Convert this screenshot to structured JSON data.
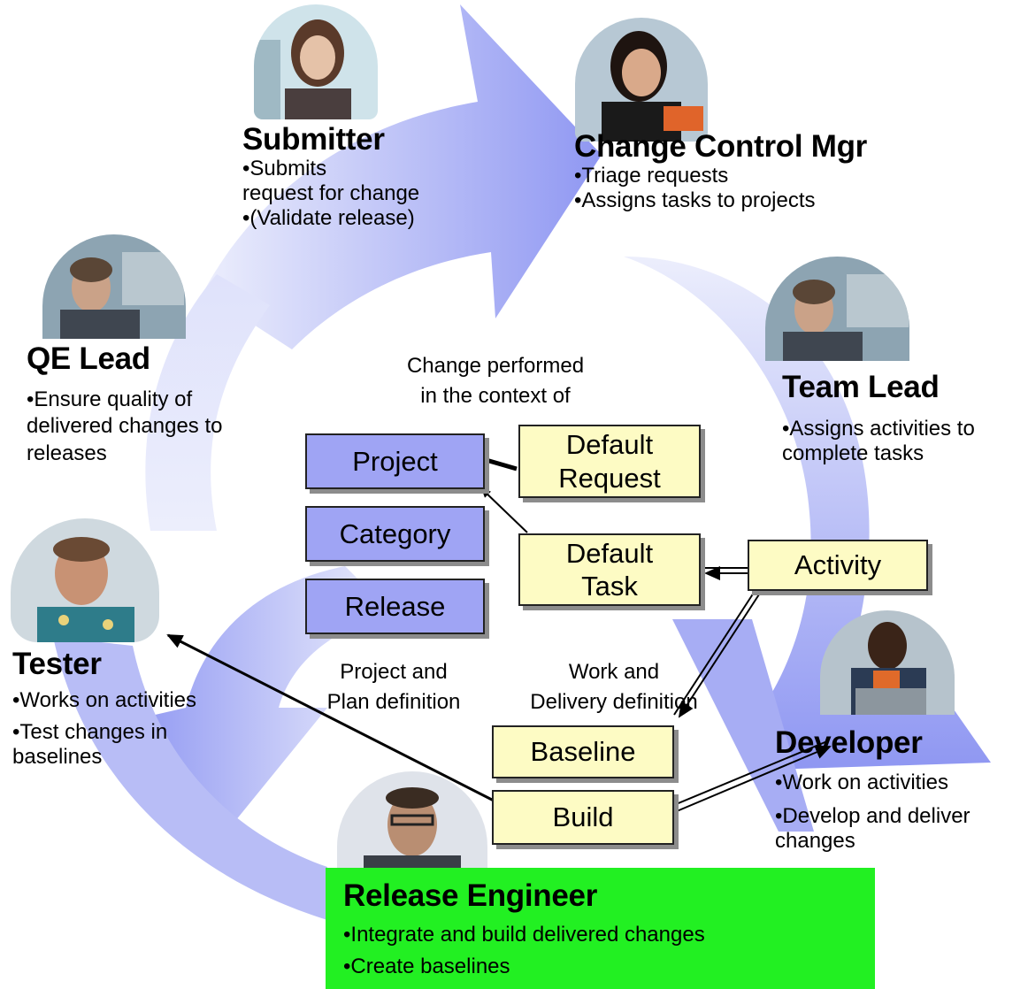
{
  "colors": {
    "arrow_dark": "#8f97f2",
    "arrow_light": "#e6e8fb",
    "box_blue": "#9fa4f4",
    "box_yellow": "#fdfbc4",
    "release_panel": "#22f022"
  },
  "roles": {
    "submitter": {
      "name": "Submitter",
      "bullets": [
        "•Submits",
        "request for change",
        "•(Validate release)"
      ]
    },
    "change_control_mgr": {
      "name": "Change Control Mgr",
      "bullets": [
        "•Triage requests",
        "•Assigns tasks to projects"
      ]
    },
    "team_lead": {
      "name": "Team Lead",
      "bullets": [
        "•Assigns activities to",
        "complete tasks"
      ]
    },
    "qe_lead": {
      "name": "QE Lead",
      "bullets": [
        "•Ensure quality of",
        "delivered changes to",
        "releases"
      ]
    },
    "tester": {
      "name": "Tester",
      "bullets": [
        "•Works on activities",
        "•Test changes in",
        "baselines"
      ]
    },
    "developer": {
      "name": "Developer",
      "bullets": [
        "•Work on activities",
        "•Develop and deliver",
        "changes"
      ]
    },
    "release_engineer": {
      "name": "Release Engineer",
      "bullets": [
        "•Integrate and build delivered changes",
        "•Create baselines"
      ]
    }
  },
  "captions": {
    "change_context": [
      "Change performed",
      "in the context of"
    ],
    "project_plan": [
      "Project and",
      "Plan definition"
    ],
    "work_delivery": [
      "Work and",
      "Delivery definition"
    ]
  },
  "boxes": {
    "project": "Project",
    "category": "Category",
    "release": "Release",
    "default_request": [
      "Default",
      "Request"
    ],
    "default_task": [
      "Default",
      "Task"
    ],
    "activity": "Activity",
    "baseline": "Baseline",
    "build": "Build"
  }
}
